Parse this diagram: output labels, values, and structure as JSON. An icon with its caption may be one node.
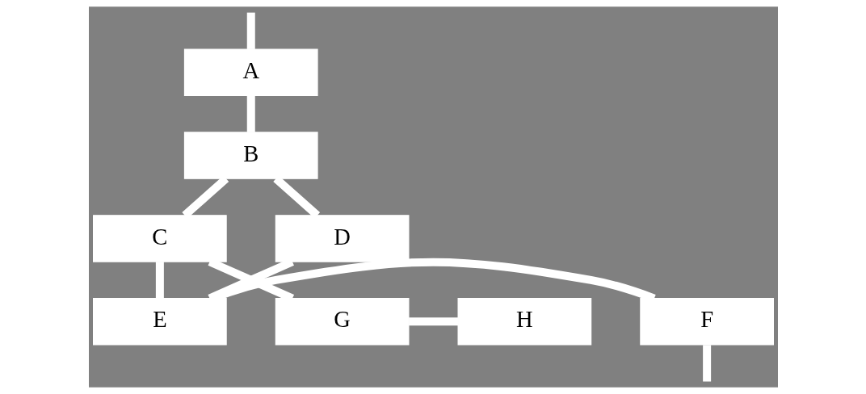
{
  "diagram": {
    "nodes": [
      {
        "text": [
          "A"
        ]
      },
      {
        "text": [
          "B"
        ]
      },
      {
        "text": [
          "C"
        ]
      },
      {
        "text": [
          "D"
        ]
      },
      {
        "text": [
          "E"
        ]
      },
      {
        "text": [
          "F"
        ]
      },
      {
        "text": [
          "G"
        ]
      },
      {
        "text": [
          "H"
        ]
      }
    ],
    "edges": [
      {
        "from": null,
        "to": 0,
        "arrow": "none"
      },
      {
        "from": 0,
        "to": 1,
        "arrow": "none"
      },
      {
        "from": 1,
        "to": 2,
        "arrow": "none"
      },
      {
        "from": 1,
        "to": 3,
        "arrow": "none"
      },
      {
        "from": 2,
        "to": 4,
        "arrow": "none"
      },
      {
        "from": 3,
        "to": 4,
        "arrow": "none"
      },
      {
        "from": 4,
        "to": 5,
        "arrow": "none"
      },
      {
        "from": 2,
        "to": 6,
        "arrow": "none"
      },
      {
        "from": 6,
        "to": 7,
        "arrow": "none"
      },
      {
        "from": 5,
        "to": null,
        "arrow": "none"
      }
    ]
  }
}
